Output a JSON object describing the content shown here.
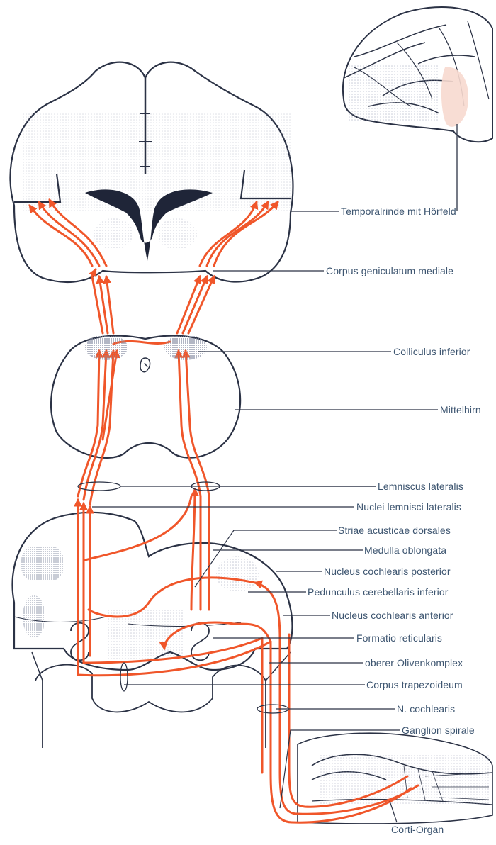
{
  "diagram": {
    "labels": {
      "temporalrinde": "Temporalrinde mit Hörfeld",
      "geniculatum": "Corpus geniculatum mediale",
      "colliculus": "Colliculus inferior",
      "mittelhirn": "Mittelhirn",
      "lemniscus": "Lemniscus lateralis",
      "nuclei_lemnisci": "Nuclei lemnisci lateralis",
      "striae": "Striae acusticae dorsales",
      "medulla": "Medulla oblongata",
      "nucleus_posterior": "Nucleus cochlearis posterior",
      "pedunculus": "Pedunculus cerebellaris inferior",
      "nucleus_anterior": "Nucleus cochlearis anterior",
      "formatio": "Formatio reticularis",
      "olivenkomplex": "oberer Olivenkomplex",
      "trapezoideum": "Corpus trapezoideum",
      "n_cochlearis": "N. cochlearis",
      "ganglion": "Ganglion spirale",
      "corti": "Corti-Organ"
    },
    "colors": {
      "pathway": "#f0562a",
      "outline": "#2b3245",
      "label_text": "#3d5570",
      "stipple": "#9aa0b4",
      "ventricle": "#1f2538",
      "auditory_cortex_highlight": "#f7d9cf"
    }
  }
}
